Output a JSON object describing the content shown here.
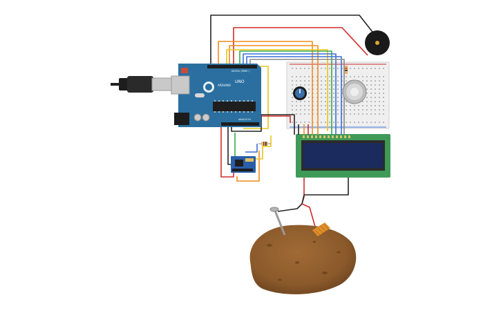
{
  "circuit": {
    "arduino": {
      "model_label": "UNO",
      "brand_label": "ARDUINO",
      "digital_label": "DIGITAL (PWM~)",
      "analog_label": "ANALOG IN"
    },
    "components": [
      "arduino-uno",
      "usb-cable",
      "breadboard",
      "potentiometer",
      "gas-sensor",
      "piezo-buzzer",
      "lcd-16x2",
      "wifi-module-esp8266",
      "resistor",
      "resistor",
      "nail-electrode",
      "copper-electrode",
      "potato"
    ],
    "colors": {
      "board": "#2a6fa0",
      "breadboard": "#efefef",
      "lcd_pcb": "#3f9a58",
      "lcd_screen": "#1c2b5e",
      "wifi_board": "#2a5ea8",
      "buzzer": "#1a1a1a",
      "potato": "#8b5a2b",
      "wire_black": "#222222",
      "wire_red": "#d12a2a",
      "wire_orange": "#f28c1a",
      "wire_yellow": "#e8c51a",
      "wire_green": "#37a84a",
      "wire_blue": "#3a6fd6",
      "wire_gray": "#888888"
    }
  }
}
